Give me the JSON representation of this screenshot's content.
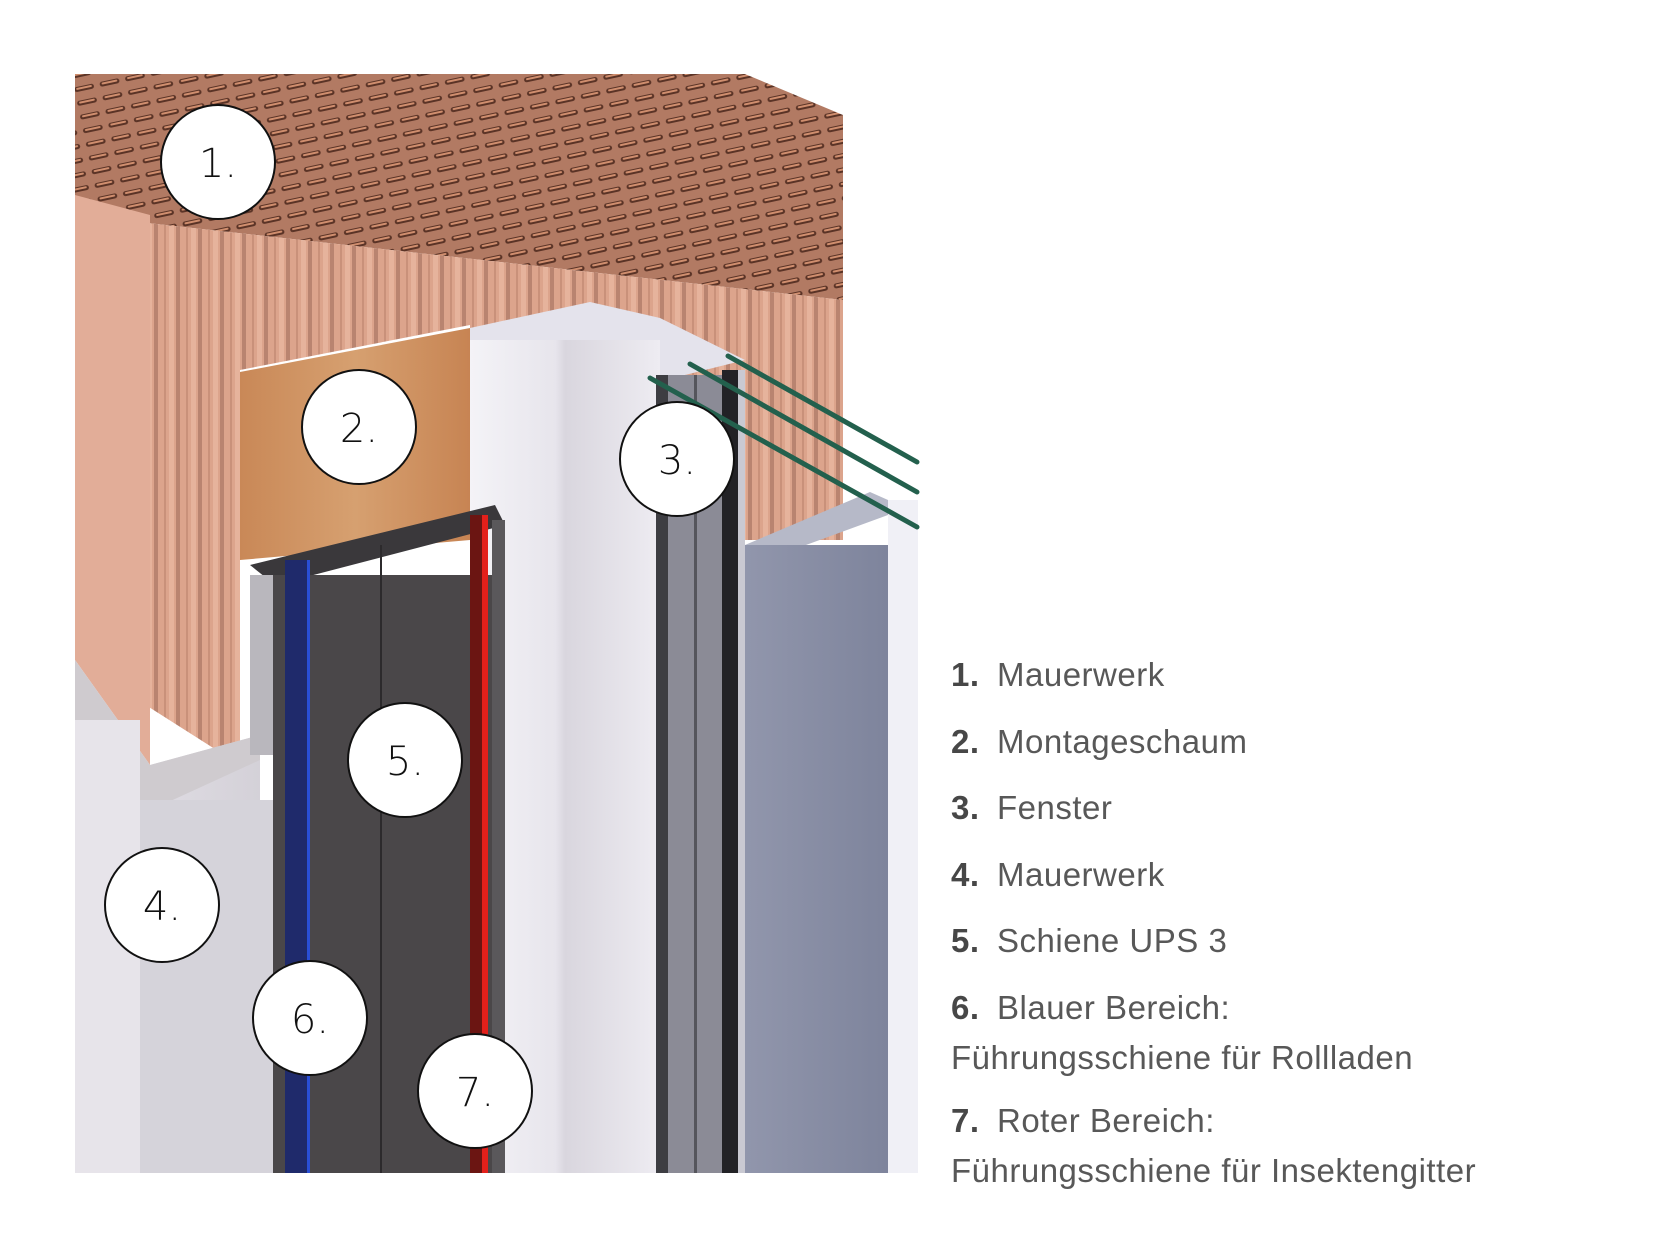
{
  "diagram": {
    "subject": "Window installation cross-section with guide rail",
    "colors": {
      "brick": "#d9a08a",
      "brick_top": "#a8715c",
      "foam": "#c98a5c",
      "window_frame": "#ecebf1",
      "rail": "#4a4749",
      "blue_area": "#1f2a6b",
      "blue_highlight": "#2a4fd6",
      "red_area": "#e3201b",
      "glass": "#23604d",
      "inner_wall": "#8a8fa6",
      "plaster": "#dcdae0"
    },
    "callouts": [
      {
        "number": "1."
      },
      {
        "number": "2."
      },
      {
        "number": "3."
      },
      {
        "number": "4."
      },
      {
        "number": "5."
      },
      {
        "number": "6."
      },
      {
        "number": "7."
      }
    ]
  },
  "legend": {
    "items": [
      {
        "number": "1.",
        "label": "Mauerwerk",
        "sub": ""
      },
      {
        "number": "2.",
        "label": "Montageschaum",
        "sub": ""
      },
      {
        "number": "3.",
        "label": "Fenster",
        "sub": ""
      },
      {
        "number": "4.",
        "label": "Mauerwerk",
        "sub": ""
      },
      {
        "number": "5.",
        "label": "Schiene UPS 3",
        "sub": ""
      },
      {
        "number": "6.",
        "label": "Blauer Bereich:",
        "sub": "Führungsschiene für Rollladen"
      },
      {
        "number": "7.",
        "label": "Roter Bereich:",
        "sub": "Führungsschiene für Insektengitter"
      }
    ]
  }
}
